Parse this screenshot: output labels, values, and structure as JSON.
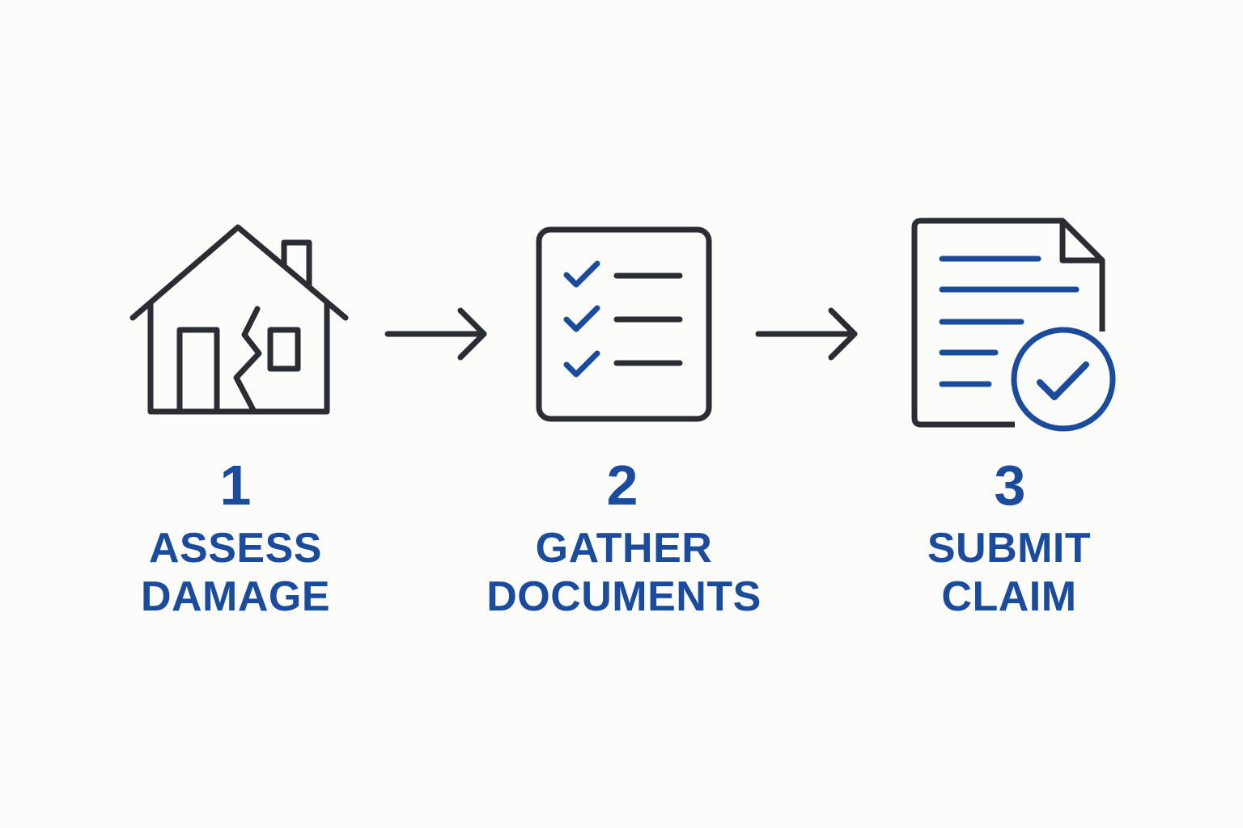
{
  "colors": {
    "background": "#fcfcfa",
    "icon_stroke": "#2a2d33",
    "accent": "#1a4b9c"
  },
  "steps": [
    {
      "number": "1",
      "label_line1": "ASSESS",
      "label_line2": "DAMAGE",
      "icon": "damaged-house-icon"
    },
    {
      "number": "2",
      "label_line1": "GATHER",
      "label_line2": "DOCUMENTS",
      "icon": "checklist-icon"
    },
    {
      "number": "3",
      "label_line1": "SUBMIT",
      "label_line2": "CLAIM",
      "icon": "document-check-icon"
    }
  ],
  "connectors": [
    "right-arrow-icon",
    "right-arrow-icon"
  ]
}
